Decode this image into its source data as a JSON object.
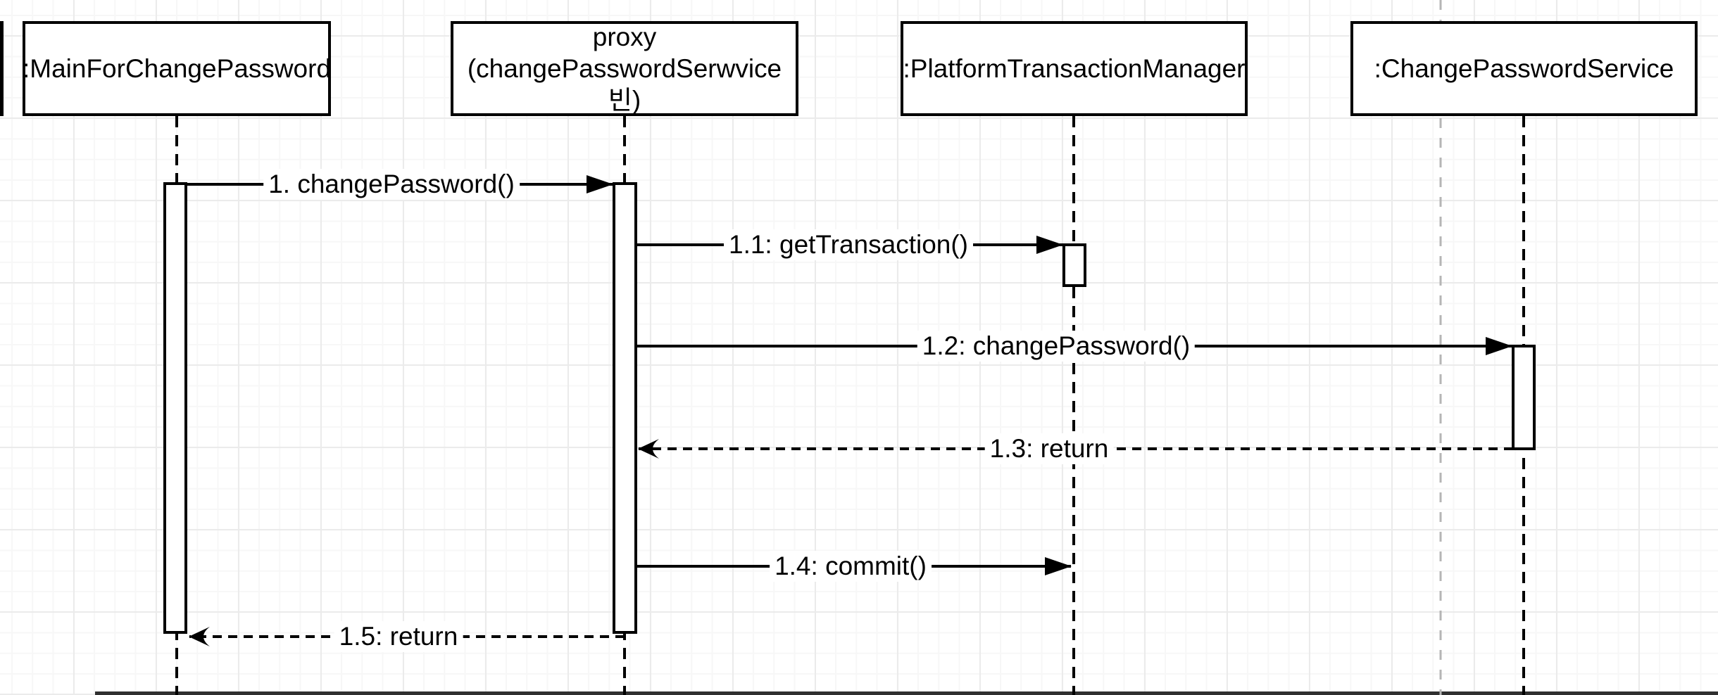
{
  "diagram_type": "uml-sequence-diagram",
  "actors": [
    {
      "name": "main",
      "label": ":MainForChangePassword"
    },
    {
      "name": "proxy",
      "label": "proxy\n(changePasswordSerwvice 빈)"
    },
    {
      "name": "transaction-manager",
      "label": ":PlatformTransactionManager"
    },
    {
      "name": "change-password-service",
      "label": ":ChangePasswordService"
    }
  ],
  "messages": [
    {
      "seq": "1",
      "label": "1. changePassword()",
      "from": "main",
      "to": "proxy",
      "kind": "sync-call"
    },
    {
      "seq": "1.1",
      "label": "1.1: getTransaction()",
      "from": "proxy",
      "to": "transaction-manager",
      "kind": "sync-call"
    },
    {
      "seq": "1.2",
      "label": "1.2: changePassword()",
      "from": "proxy",
      "to": "change-password-service",
      "kind": "sync-call"
    },
    {
      "seq": "1.3",
      "label": "1.3: return",
      "from": "change-password-service",
      "to": "proxy",
      "kind": "return"
    },
    {
      "seq": "1.4",
      "label": "1.4: commit()",
      "from": "proxy",
      "to": "transaction-manager",
      "kind": "sync-call"
    },
    {
      "seq": "1.5",
      "label": "1.5: return",
      "from": "proxy",
      "to": "main",
      "kind": "return"
    }
  ],
  "colors": {
    "stroke": "#000000",
    "shape_fill": "#ffffff",
    "grid_minor": "#f7f7f7",
    "grid_major": "#ebebeb",
    "page_guide": "#b5b5b5",
    "page_edge": "#2f2f2f"
  }
}
